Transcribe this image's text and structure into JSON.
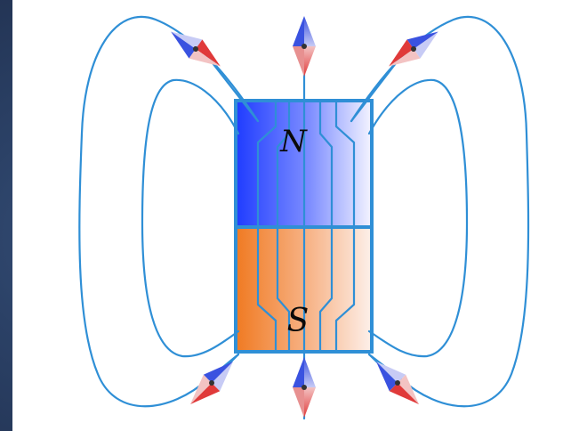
{
  "diagram": {
    "north_label": "N",
    "south_label": "S",
    "compass_count": 6,
    "colors": {
      "background": "#263859",
      "panel": "#ffffff",
      "field_line": "#2f8fd6",
      "north_pole": "#1f3cff",
      "south_pole": "#f07a22",
      "magnet_outline": "#2f8fd6",
      "needle_red": "#e03a3a",
      "needle_blue": "#3a52e0"
    }
  }
}
